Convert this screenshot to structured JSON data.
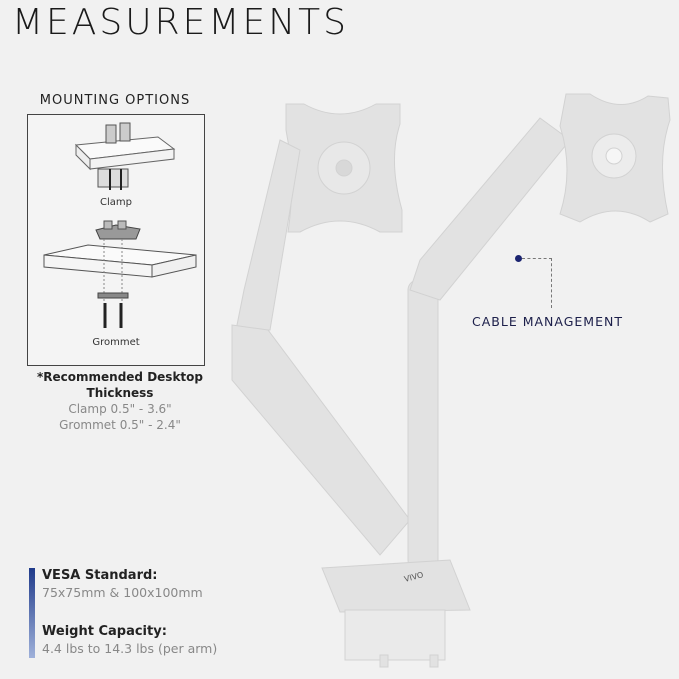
{
  "title": "MEASUREMENTS",
  "mounting": {
    "heading": "MOUNTING OPTIONS",
    "options": [
      {
        "label": "Clamp"
      },
      {
        "label": "Grommet"
      }
    ]
  },
  "recommended": {
    "heading_line1": "*Recommended Desktop",
    "heading_line2": "Thickness",
    "clamp_range": "Clamp 0.5\" - 3.6\"",
    "grommet_range": "Grommet 0.5\" - 2.4\""
  },
  "specs": [
    {
      "label": "VESA Standard:",
      "value": "75x75mm & 100x100mm"
    },
    {
      "label": "Weight Capacity:",
      "value": "4.4 lbs to 14.3 lbs (per arm)"
    }
  ],
  "callout": {
    "label": "CABLE MANAGEMENT"
  },
  "brand_mark": "VIVO",
  "colors": {
    "accent": "#1b2470",
    "bar_top": "#1f3a8a",
    "bar_bottom": "#9fb1da"
  }
}
